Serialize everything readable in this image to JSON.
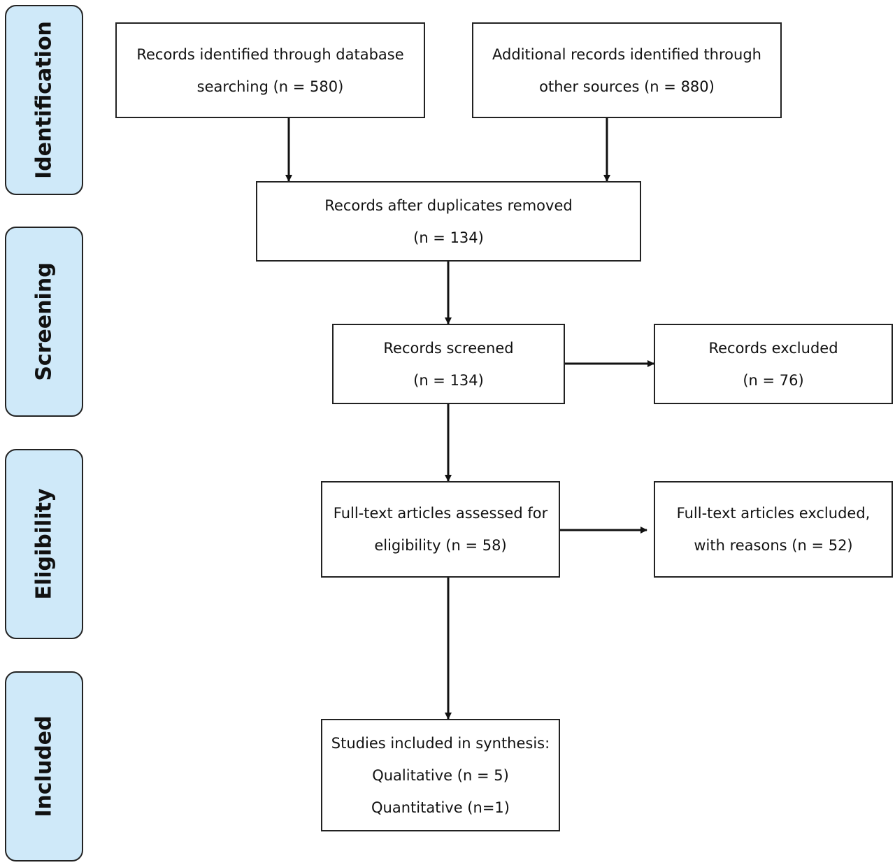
{
  "stages": {
    "identification": "Identification",
    "screening": "Screening",
    "eligibility": "Eligibility",
    "included": "Included"
  },
  "boxes": {
    "database_records": [
      "Records identified through database",
      "searching (n = 580)"
    ],
    "other_sources": [
      "Additional records identified through",
      "other sources (n = 880)"
    ],
    "after_duplicates": [
      "Records after duplicates removed",
      "(n = 134)"
    ],
    "screened": [
      "Records screened",
      "(n = 134)"
    ],
    "excluded": [
      "Records excluded",
      "(n = 76)"
    ],
    "fulltext_assessed": [
      "Full-text articles assessed for",
      "eligibility (n = 58)"
    ],
    "fulltext_excluded": [
      "Full-text articles excluded,",
      "with reasons (n = 52)"
    ],
    "included_synthesis": [
      "Studies included in synthesis:",
      "Qualitative (n = 5)",
      "Quantitative (n=1)"
    ]
  },
  "colors": {
    "stage_fill": "#cfe9f9",
    "line": "#111111"
  }
}
